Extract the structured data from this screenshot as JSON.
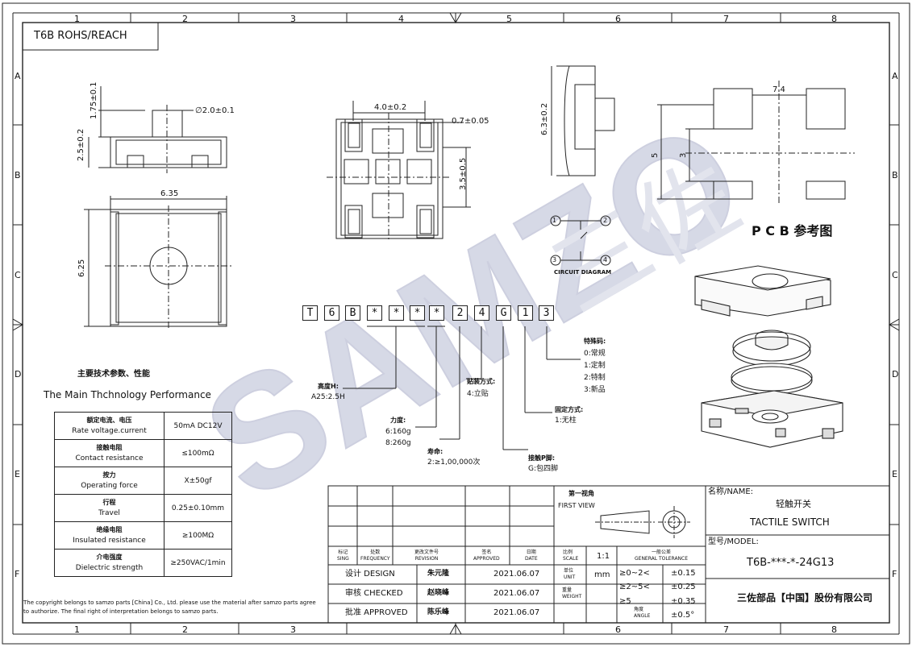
{
  "header": {
    "series_label": "T6B   ROHS/REACH"
  },
  "frame": {
    "columns": [
      "1",
      "2",
      "3",
      "4",
      "5",
      "6",
      "7",
      "8"
    ],
    "rows": [
      "A",
      "B",
      "C",
      "D",
      "E",
      "F"
    ]
  },
  "dimensions": {
    "side_top_height": "1.75±0.1",
    "side_body_height": "2.5±0.2",
    "actuator_dia": "∅2.0±0.1",
    "body_width": "6.35",
    "body_height": "6.25",
    "pad_span": "4.0±0.2",
    "pad_width": "0.7±0.05",
    "pad_pitch": "3.5±0.5",
    "side_height_right": "6.3±0.2",
    "pcb_width": "7.4",
    "pcb_height": "5",
    "pcb_inner": "3"
  },
  "pcb_label": "P C B 参考图",
  "circuit": {
    "pins": [
      "1",
      "2",
      "3",
      "4"
    ],
    "label": "CIRCUIT DIAGRAM"
  },
  "part_code": {
    "chars": [
      "T",
      "6",
      "B",
      "*",
      "*",
      "*",
      "*",
      "2",
      "4",
      "G",
      "1",
      "3"
    ]
  },
  "code_annotations": {
    "height": {
      "title": "高度H:",
      "value": "A25:2.5H"
    },
    "force": {
      "title": "力度:",
      "values": [
        "6:160g",
        "8:260g"
      ]
    },
    "life": {
      "title": "寿命:",
      "value": "2:≥1,00,000次"
    },
    "mount": {
      "title": "贴装方式:",
      "value": "4:立贴"
    },
    "pins": {
      "title": "接触P脚:",
      "value": "G:包四脚"
    },
    "fixing": {
      "title": "固定方式:",
      "value": "1:无柱"
    },
    "special": {
      "title": "特殊码:",
      "values": [
        "0:常规",
        "1:定制",
        "2:特制",
        "3:新品"
      ]
    }
  },
  "performance": {
    "title_cn": "主要技术参数、性能",
    "title_en": "The Main Thchnology Performance",
    "rows": [
      {
        "cn": "额定电流、电压",
        "en": "Rate voltage.current",
        "value": "50mA DC12V"
      },
      {
        "cn": "接触电阻",
        "en": "Contact resistance",
        "value": "≤100mΩ"
      },
      {
        "cn": "按力",
        "en": "Operating force",
        "value": "X±50gf"
      },
      {
        "cn": "行程",
        "en": "Travel",
        "value": "0.25±0.10mm"
      },
      {
        "cn": "绝缘电阻",
        "en": "Insulated resistance",
        "value": "≥100MΩ"
      },
      {
        "cn": "介电强度",
        "en": "Dielectric strength",
        "value": "≥250VAC/1min"
      }
    ]
  },
  "copyright": [
    "The copyright belongs to samzo parts [China] Co., Ltd. please use the material after samzo parts agree",
    "to authorize. The final right of interpretation belongs to samzo parts."
  ],
  "title_block": {
    "col_headers": [
      {
        "cn": "标记",
        "en": "SING"
      },
      {
        "cn": "处数",
        "en": "FREQUENCY"
      },
      {
        "cn": "更改文件号",
        "en": "REVISION"
      },
      {
        "cn": "签名",
        "en": "APPROVED"
      },
      {
        "cn": "日期",
        "en": "DATE"
      }
    ],
    "sign_rows": [
      {
        "role": "设计 DESIGN",
        "name": "朱元隆",
        "date": "2021.06.07"
      },
      {
        "role": "审核 CHECKED",
        "name": "赵晓峰",
        "date": "2021.06.07"
      },
      {
        "role": "批准 APPROVED",
        "name": "陈乐峰",
        "date": "2021.06.07"
      }
    ],
    "first_view": {
      "cn": "第一视角",
      "en": "FIRST VIEW"
    },
    "scale": {
      "cn": "比例",
      "en": "SCALE",
      "value": "1:1"
    },
    "unit": {
      "cn": "单位",
      "en": "UNIT",
      "value": "mm"
    },
    "weight": {
      "cn": "重量",
      "en": "WEIGHT"
    },
    "angle": {
      "cn": "角度",
      "en": "ANGLE"
    },
    "tolerance": {
      "cn": "一般公差",
      "en": "GENERAL TOLERANCE",
      "rows": [
        {
          "range": "≥0~2<",
          "value": "±0.15"
        },
        {
          "range": "≥2~5<",
          "value": "±0.25"
        },
        {
          "range": "≥5",
          "value": "±0.35"
        },
        {
          "range": "",
          "value": "±0.5°"
        }
      ]
    },
    "name_label": "名称/NAME:",
    "name_cn": "轻触开关",
    "name_en": "TACTILE SWITCH",
    "model_label": "型号/MODEL:",
    "model": "T6B-***-*-24G13",
    "company": "三佐部品【中国】股份有限公司"
  },
  "watermark": "SAMZO 三佐"
}
